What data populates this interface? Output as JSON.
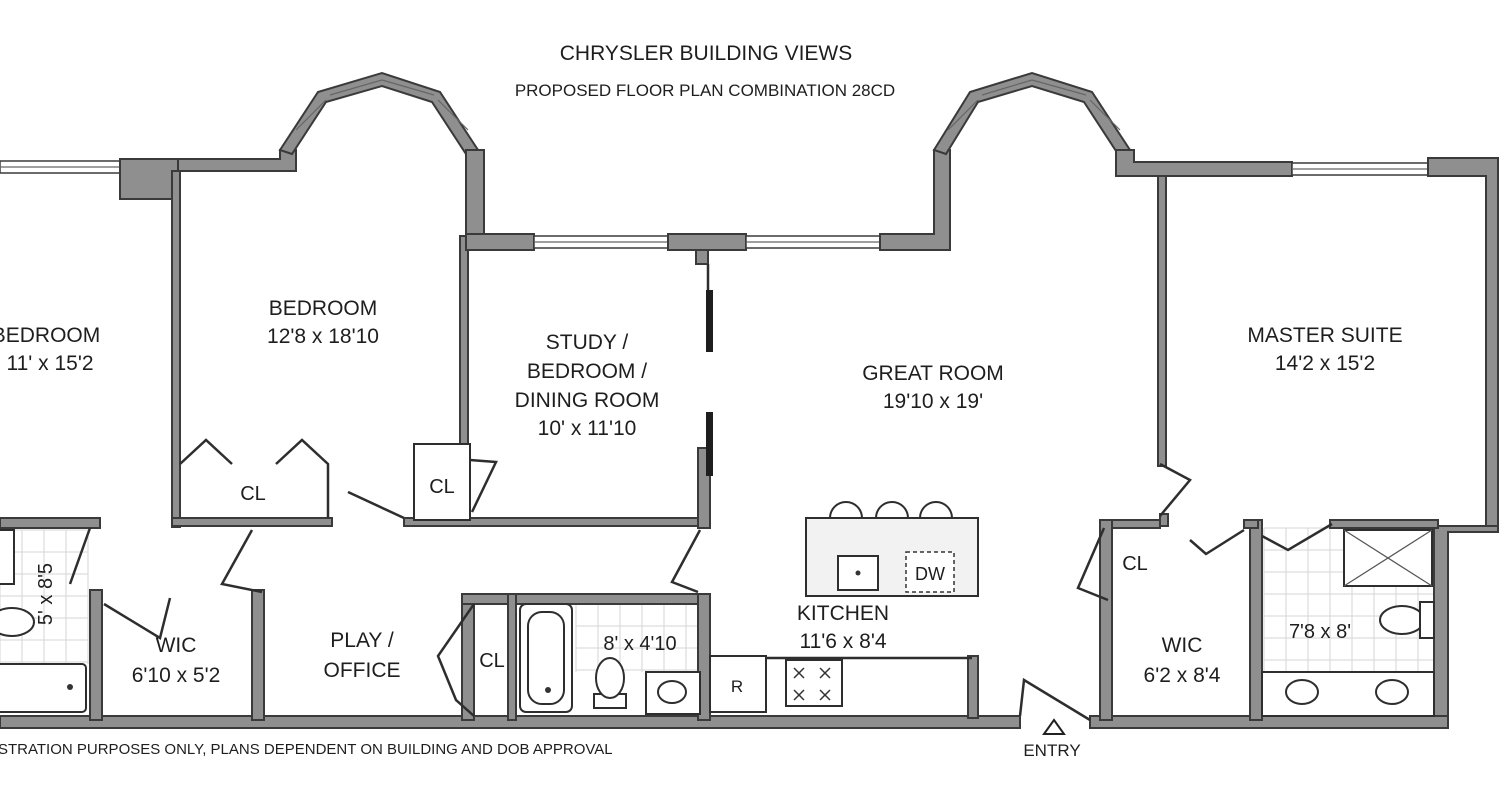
{
  "title": "CHRYSLER BUILDING VIEWS",
  "subtitle": "PROPOSED FLOOR PLAN COMBINATION 28CD",
  "rooms": {
    "bedroom_left": {
      "name": "BEDROOM",
      "dims": "11' x 15'2"
    },
    "bedroom": {
      "name": "BEDROOM",
      "dims": "12'8 x 18'10"
    },
    "study_line1": "STUDY /",
    "study_line2": "BEDROOM /",
    "study_line3": "DINING ROOM",
    "study_dims": "10' x 11'10",
    "great_room": {
      "name": "GREAT ROOM",
      "dims": "19'10 x 19'"
    },
    "master_suite": {
      "name": "MASTER SUITE",
      "dims": "14'2 x 15'2"
    },
    "kitchen": {
      "name": "KITCHEN",
      "dims": "11'6 x 8'4"
    },
    "play_line1": "PLAY /",
    "play_line2": "OFFICE",
    "wic_left": {
      "name": "WIC",
      "dims": "6'10 x 5'2"
    },
    "wic_right": {
      "name": "WIC",
      "dims": "6'2 x 8'4"
    },
    "bath_left_dims": "5' x 8'5",
    "bath_mid_dims": "8' x 4'10",
    "bath_master_dims": "7'8 x 8'"
  },
  "labels": {
    "closet": "CL",
    "dishwasher": "DW",
    "refrigerator": "R",
    "entry": "ENTRY"
  },
  "footer": "STRATION PURPOSES ONLY, PLANS DEPENDENT ON BUILDING AND DOB APPROVAL"
}
